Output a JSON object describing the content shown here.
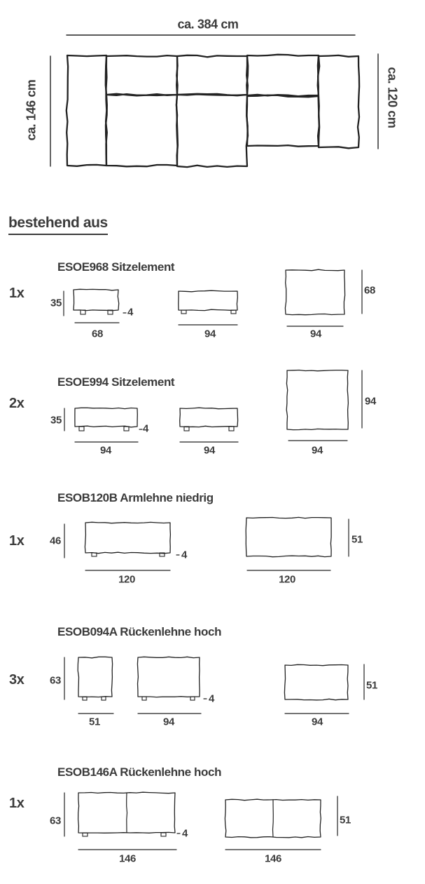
{
  "colors": {
    "line": "#222222",
    "text": "#3b3b3b",
    "background": "#ffffff"
  },
  "plan": {
    "width_label": "ca. 384 cm",
    "left_depth_label": "ca. 146 cm",
    "right_depth_label": "ca. 120 cm"
  },
  "heading": "bestehend aus",
  "sections": [
    {
      "qty": "1x",
      "title": "ESOE968 Sitzelement",
      "dims": {
        "height": "35",
        "foot": "4",
        "front_width": "68",
        "side_width": "94",
        "top_width": "94",
        "top_depth": "68"
      }
    },
    {
      "qty": "2x",
      "title": "ESOE994 Sitzelement",
      "dims": {
        "height": "35",
        "foot": "4",
        "front_width": "94",
        "side_width": "94",
        "top_width": "94",
        "top_depth": "94"
      }
    },
    {
      "qty": "1x",
      "title": "ESOB120B Armlehne niedrig",
      "dims": {
        "height": "46",
        "foot": "4",
        "front_width": "120",
        "top_width": "120",
        "top_depth": "51"
      }
    },
    {
      "qty": "3x",
      "title": "ESOB094A Rückenlehne hoch",
      "dims": {
        "height": "63",
        "foot": "4",
        "side_width": "51",
        "front_width": "94",
        "top_width": "94",
        "top_depth": "51"
      }
    },
    {
      "qty": "1x",
      "title": "ESOB146A Rückenlehne hoch",
      "dims": {
        "height": "63",
        "foot": "4",
        "front_width": "146",
        "top_width": "146",
        "top_depth": "51"
      }
    }
  ]
}
